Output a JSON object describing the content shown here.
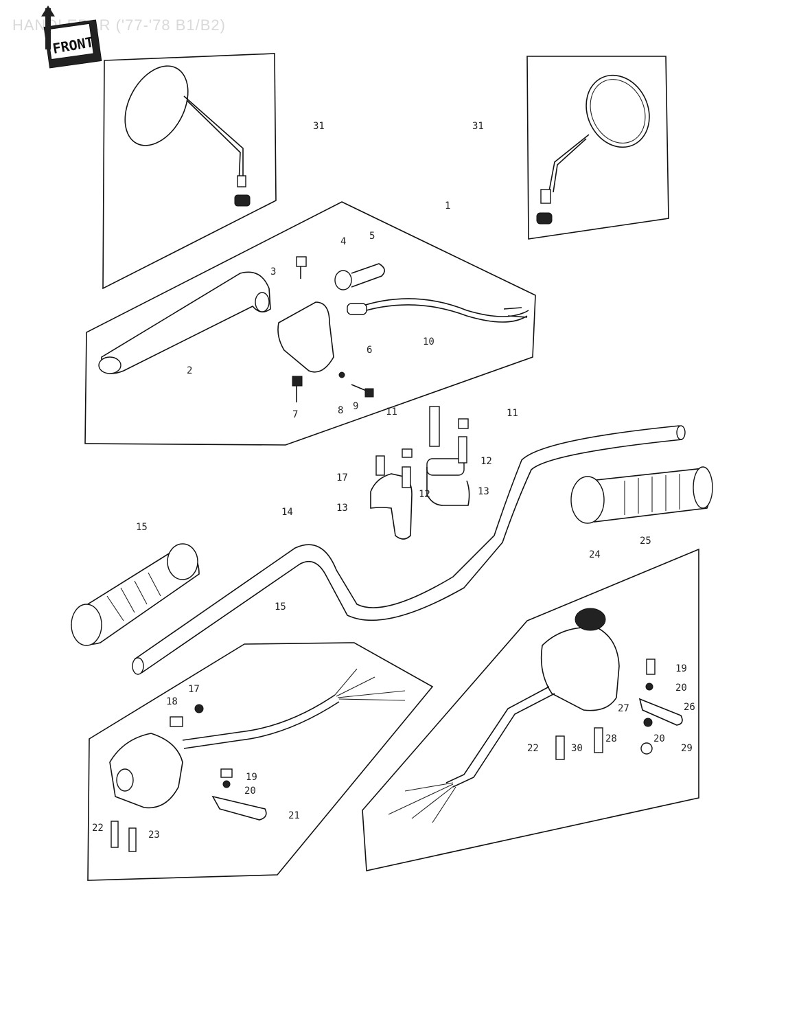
{
  "title": "HANDLEBAR ('77-'78 B1/B2)",
  "front_label": "FRONT",
  "labels": {
    "l31a": "31",
    "l31b": "31",
    "l1": "1",
    "l4": "4",
    "l5": "5",
    "l3": "3",
    "l10": "10",
    "l6": "6",
    "l2": "2",
    "l7": "7",
    "l8": "8",
    "l9": "9",
    "l11a": "11",
    "l11b": "11",
    "l12a": "12",
    "l12b": "12",
    "l17a": "17",
    "l13a": "13",
    "l13b": "13",
    "l14": "14",
    "l15a": "15",
    "l15b": "15",
    "l25": "25",
    "l24": "24",
    "l19a": "19",
    "l20a": "20",
    "l27": "27",
    "l26": "26",
    "l22a": "22",
    "l30": "30",
    "l28": "28",
    "l20b": "20",
    "l29": "29",
    "l17b": "17",
    "l18": "18",
    "l19b": "19",
    "l20c": "20",
    "l21": "21",
    "l22b": "22",
    "l23": "23"
  }
}
